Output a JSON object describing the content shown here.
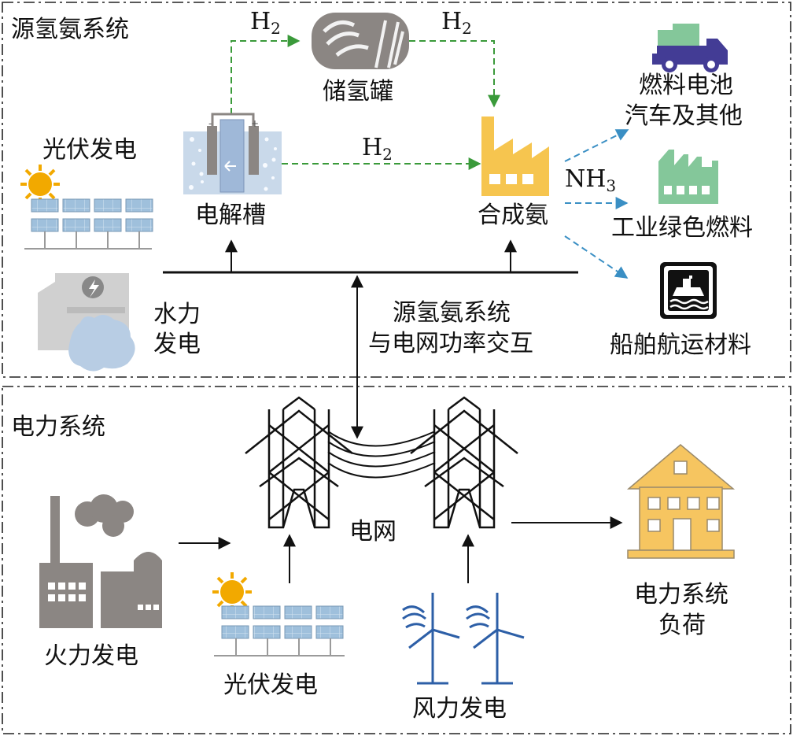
{
  "sections": {
    "hydrogen_ammonia": {
      "title": "源氢氨系统"
    },
    "power": {
      "title": "电力系统"
    }
  },
  "nodes": {
    "storage_tank": "储氢罐",
    "pv_top": "光伏发电",
    "electrolyzer": "电解槽",
    "ammonia_plant": "合成氨",
    "hydro_line1": "水力",
    "hydro_line2": "发电",
    "fuel_cell_line1": "燃料电池",
    "fuel_cell_line2": "汽车及其他",
    "industrial_fuel": "工业绿色燃料",
    "ship_material": "船舶航运材料",
    "interaction_line1": "源氢氨系统",
    "interaction_line2": "与电网功率交互",
    "grid": "电网",
    "thermal": "火力发电",
    "pv_bottom": "光伏发电",
    "wind": "风力发电",
    "load_line1": "电力系统",
    "load_line2": "负荷"
  },
  "flows": {
    "h2_main": "H",
    "h2_sub": "2",
    "nh3_main": "NH",
    "nh3_sub": "3"
  },
  "colors": {
    "hydrogen_arrow": "#3a9a3a",
    "ammonia_arrow": "#3a8fc4",
    "factory_yellow": "#f6c54f",
    "house_yellow": "#f6c560",
    "truck_purple": "#433c95",
    "factory_green": "#84c79a",
    "panel_blue": "#8fb4d4",
    "tank_gray": "#8b8683"
  }
}
